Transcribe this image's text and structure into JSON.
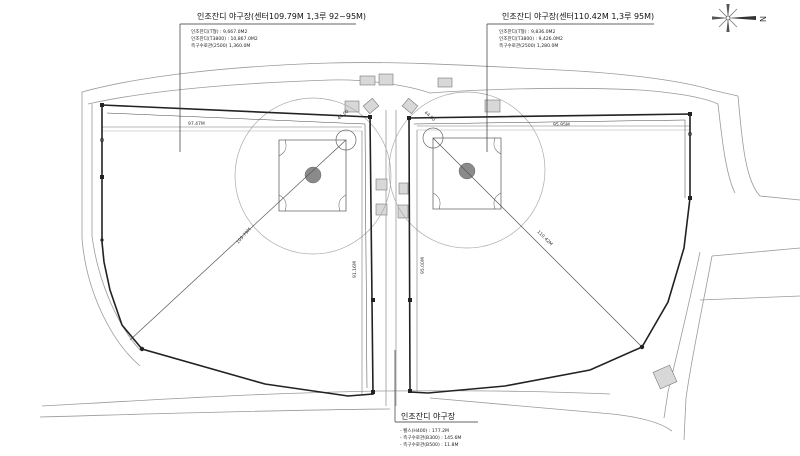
{
  "fields": {
    "left": {
      "title": "인조잔디 야구장(센터109.79M 1,3루 92~95M)",
      "notes": [
        "인조잔디(T형) : 9,667.0M2",
        "인조잔디(T3800) : 10,867.0M2",
        "측구수로관(2500) 1,360.0M"
      ],
      "dim_top": "97.47M",
      "dim_diag": "109.79M",
      "dim_side": "91.16M"
    },
    "right": {
      "title": "인조잔디 야구장(센터110.42M 1,3루 95M)",
      "notes": [
        "인조잔디(T형) : 9,836.0M2",
        "인조잔디(T3800) : 9,426.0M2",
        "측구수로관(2500) 1,280.0M"
      ],
      "dim_top": "95.95M",
      "dim_diag": "110.42M",
      "dim_side": "95.00M"
    }
  },
  "shared": {
    "title": "인조잔디 야구장",
    "notes": [
      "- 휀스(H400) : 177.2M",
      "- 측구수로관(B300) : 145.6M",
      "- 측구수로관(B500) : 11.8M"
    ]
  },
  "north_arrow": {
    "label": "N"
  }
}
